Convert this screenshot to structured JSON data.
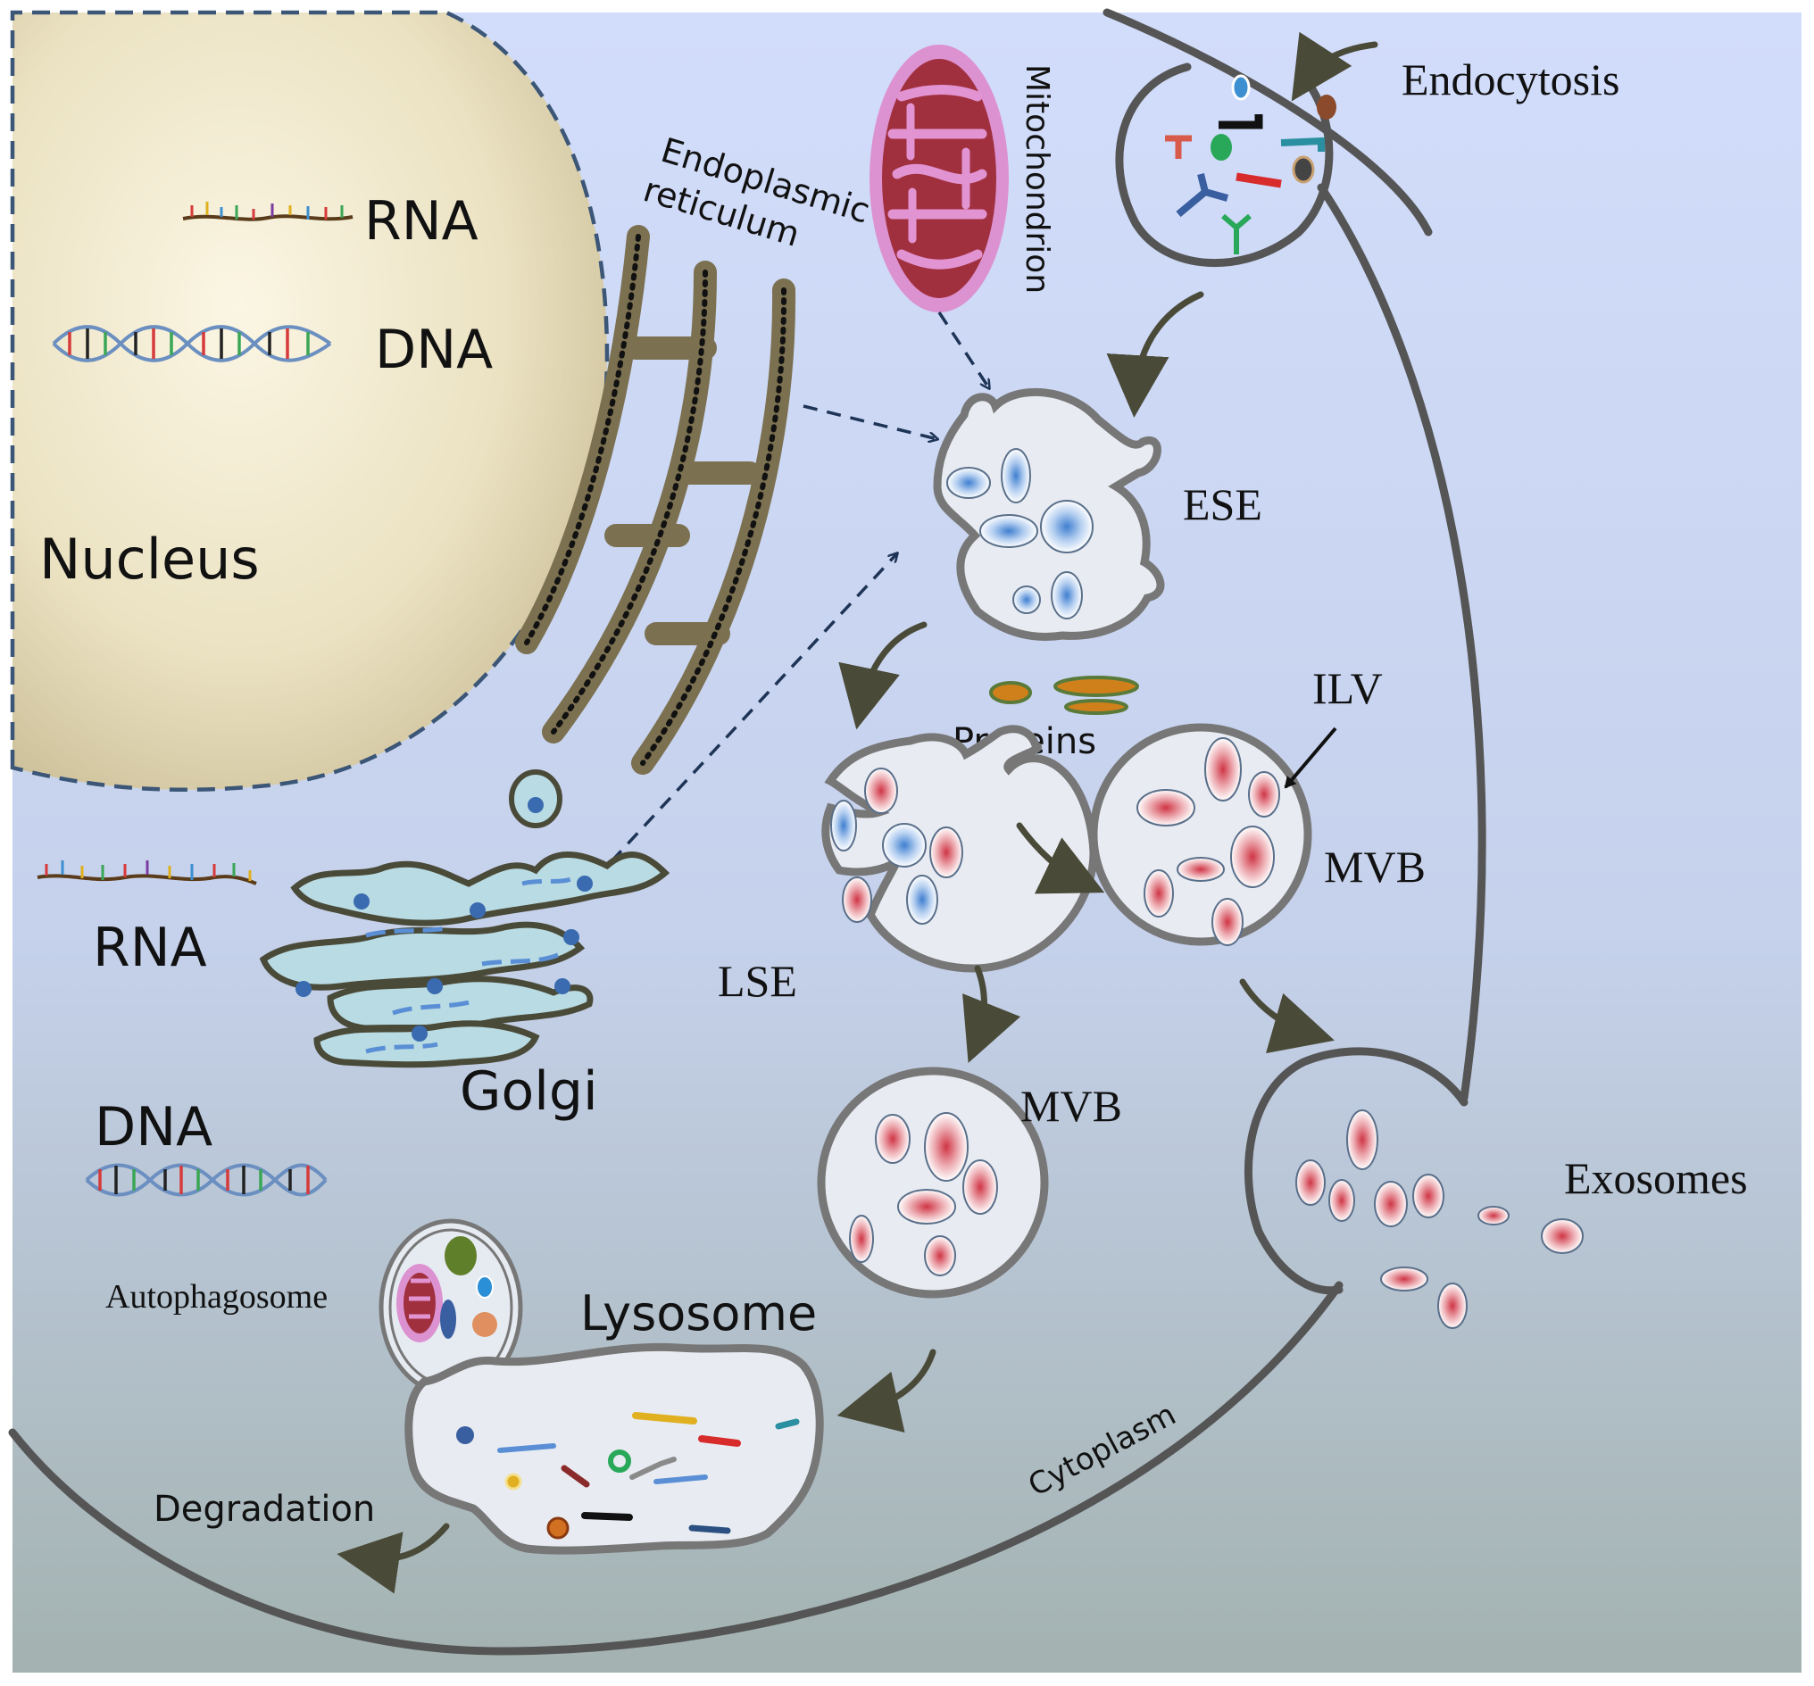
{
  "figure": {
    "labels": {
      "nucleus": "Nucleus",
      "rna_nucleus": "RNA",
      "dna_nucleus": "DNA",
      "er": "Endoplasmic reticulum",
      "er_line1": "Endoplasmic",
      "er_line2": "reticulum",
      "mitochondrion": "Mitochondrion",
      "endocytosis": "Endocytosis",
      "ese": "ESE",
      "proteins": "Proteins",
      "ilv": "ILV",
      "mvb_right": "MVB",
      "lse": "LSE",
      "rna_cyto": "RNA",
      "golgi": "Golgi",
      "dna_cyto": "DNA",
      "mvb_lower": "MVB",
      "exosomes": "Exosomes",
      "autophagosome": "Autophagosome",
      "lysosome": "Lysosome",
      "degradation": "Degradation",
      "cytoplasm": "Cytoplasm"
    },
    "colors": {
      "background_top": "#d0dcfa",
      "background_bottom": "#a4b3b1",
      "membrane": "#777777",
      "nucleus_fill": "#f3ecd6",
      "nucleus_edge": "#3b5677",
      "er": "#7b7050",
      "golgi": "#b9dbe3",
      "mitochondrion_outer": "#d98fcc",
      "mitochondrion_inner": "#a0303e",
      "cargo_red": "#d8404a",
      "cargo_blue": "#5a8fd6",
      "arrow": "#4a4a38"
    }
  }
}
